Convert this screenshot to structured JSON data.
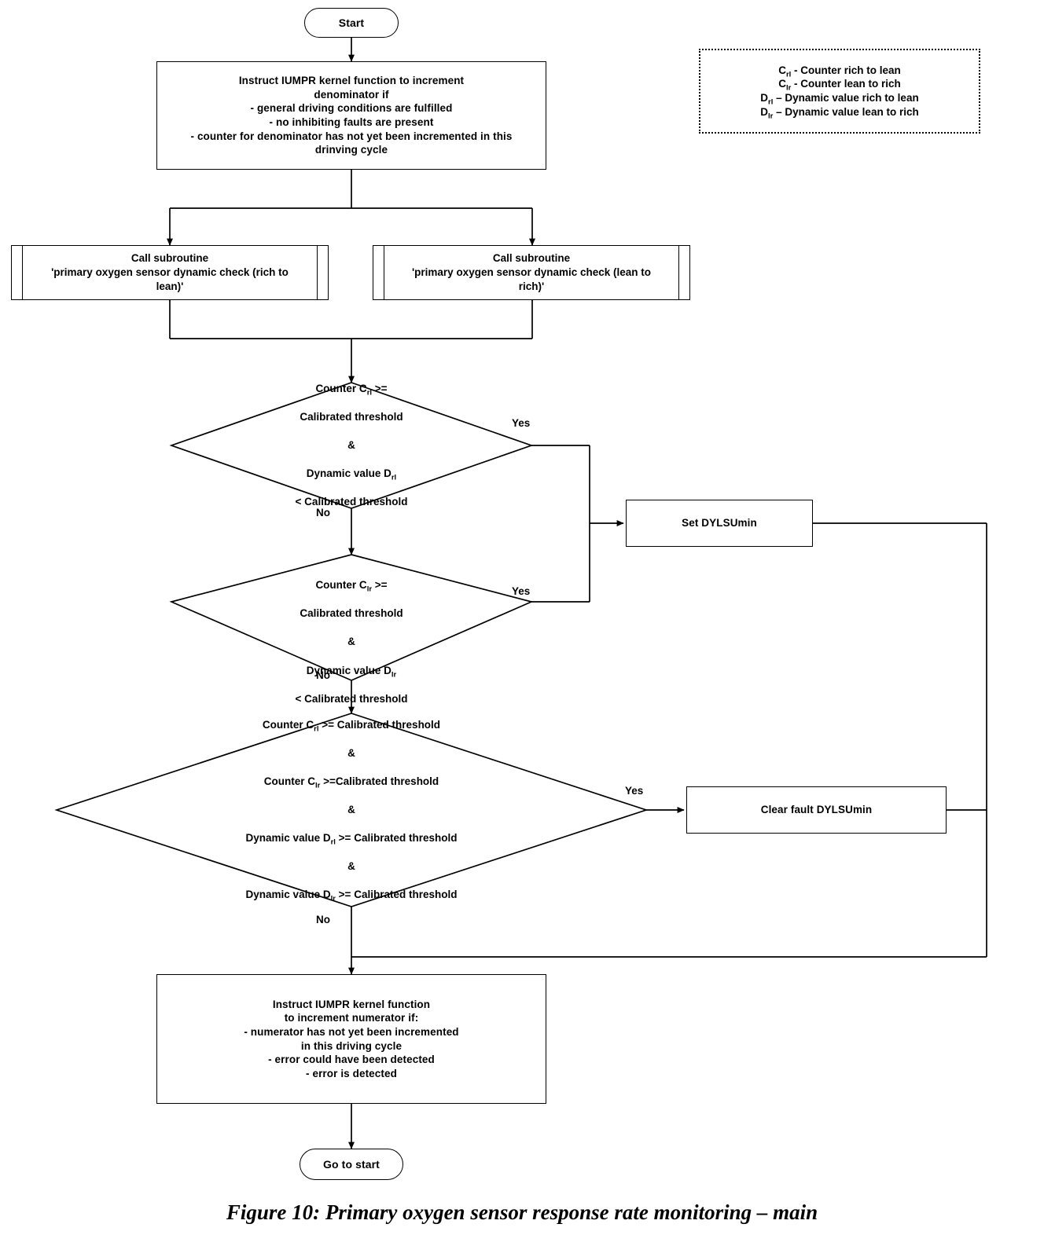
{
  "figure": {
    "caption": "Figure 10: Primary oxygen sensor response rate monitoring – main"
  },
  "legend": {
    "name": "abbreviation-legend",
    "rows": [
      {
        "symbol": "C",
        "sub": "rl",
        "text": " - Counter rich to lean"
      },
      {
        "symbol": "C",
        "sub": "lr",
        "text": " - Counter lean to rich"
      },
      {
        "symbol": "D",
        "sub": "rl",
        "text": " – Dynamic value rich to lean"
      },
      {
        "symbol": "D",
        "sub": "lr",
        "text": " – Dynamic value lean to rich"
      }
    ]
  },
  "nodes": {
    "start": {
      "label": "Start"
    },
    "denominator": {
      "label": "Instruct IUMPR kernel function to increment\ndenominator if\n- general driving conditions are fulfilled\n- no inhibiting faults are present\n- counter for denominator has not yet been incremented in this\ndrinving cycle"
    },
    "subroutine_rich_to_lean": {
      "label": "Call subroutine\n'primary oxygen sensor dynamic check (rich to\nlean)'"
    },
    "subroutine_lean_to_rich": {
      "label": "Call subroutine\n'primary oxygen sensor dynamic check (lean to\nrich)'"
    },
    "decision_rich_to_lean": {
      "line1_pre": "Counter C",
      "line1_sub": "rl",
      "line1_post": " >=",
      "line2": "Calibrated threshold",
      "line3": "&",
      "line4_pre": "Dynamic value D",
      "line4_sub": "rl",
      "line4_post": "",
      "line5": "< Calibrated threshold"
    },
    "decision_lean_to_rich": {
      "line1_pre": "Counter C",
      "line1_sub": "lr",
      "line1_post": " >=",
      "line2": "Calibrated threshold",
      "line3": "&",
      "line4_pre": "Dynamic value D",
      "line4_sub": "lr",
      "line4_post": "",
      "line5": "< Calibrated threshold"
    },
    "decision_clear": {
      "l1_pre": "Counter C",
      "l1_sub": "rl",
      "l1_post": " >= Calibrated threshold",
      "l2": "&",
      "l3_pre": "Counter C",
      "l3_sub": "lr",
      "l3_post": " >=Calibrated threshold",
      "l4": "&",
      "l5_pre": "Dynamic value D",
      "l5_sub": "rl",
      "l5_post": " >= Calibrated threshold",
      "l6": "&",
      "l7_pre": "Dynamic value D",
      "l7_sub": "lr",
      "l7_post": " >= Calibrated threshold"
    },
    "set_fault": {
      "label": "Set DYLSUmin"
    },
    "clear_fault": {
      "label": "Clear fault DYLSUmin"
    },
    "numerator": {
      "label": "Instruct IUMPR kernel function\nto increment numerator if:\n- numerator has not yet been incremented\nin this driving cycle\n- error could have been detected\n- error is detected"
    },
    "end": {
      "label": "Go to start"
    }
  },
  "edge_labels": {
    "yes_1": "Yes",
    "no_1": "No",
    "yes_2": "Yes",
    "no_2": "No",
    "yes_3": "Yes",
    "no_3": "No"
  },
  "colors": {
    "stroke": "#000000",
    "background": "#ffffff"
  }
}
